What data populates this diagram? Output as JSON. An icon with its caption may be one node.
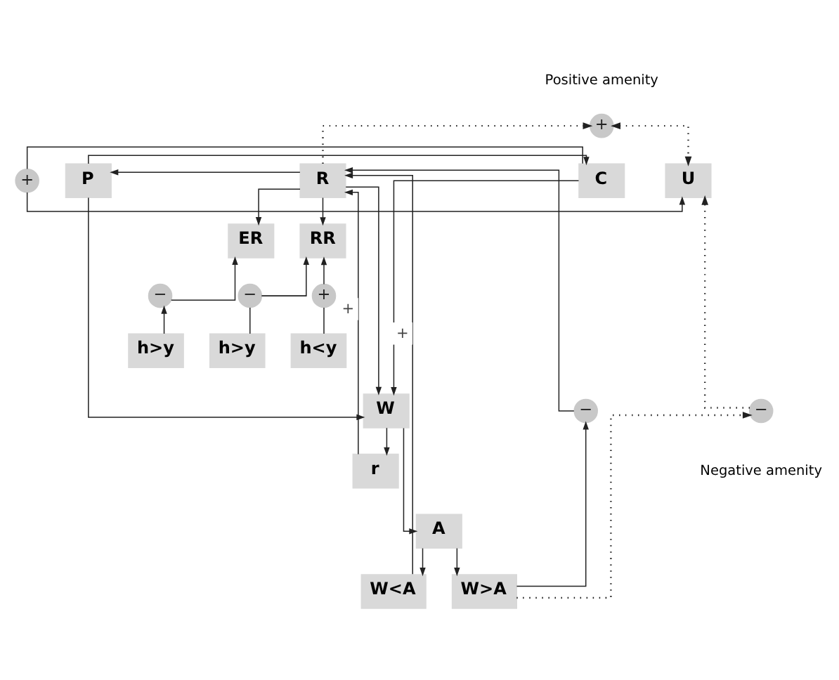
{
  "diagram": {
    "nodes": [
      {
        "text": [
          "R"
        ]
      },
      {
        "text": [
          "P"
        ]
      },
      {
        "text": [
          "C"
        ]
      },
      {
        "text": [
          "U"
        ]
      },
      {
        "text": [
          "+"
        ],
        "beside": [
          "Positive amenity"
        ]
      },
      {
        "text": [
          "+"
        ]
      },
      {
        "text": [
          "ER"
        ]
      },
      {
        "text": [
          "RR"
        ]
      },
      {
        "text": [
          "−"
        ]
      },
      {
        "text": [
          "h>y"
        ]
      },
      {
        "text": [
          "−"
        ]
      },
      {
        "text": [
          "+"
        ]
      },
      {
        "text": [
          "h>y"
        ]
      },
      {
        "text": [
          "h<y"
        ]
      },
      {
        "text": [
          "W"
        ]
      },
      {
        "text": [
          "r"
        ]
      },
      {
        "text": [
          "A"
        ]
      },
      {
        "text": [
          "W<A"
        ]
      },
      {
        "text": [
          "W>A"
        ]
      },
      {
        "text": [
          "−"
        ]
      },
      {
        "text": [
          "−"
        ],
        "beside": [
          "Negative amenity"
        ]
      }
    ],
    "edges": [
      {
        "from": 0,
        "to": 4,
        "arrow": "to",
        "style": "dashed"
      },
      {
        "from": 4,
        "to": 3,
        "arrow": "both",
        "style": "dashed"
      },
      {
        "from": 0,
        "to": 1,
        "arrow": "to"
      },
      {
        "from": 1,
        "to": 2,
        "arrow": "to"
      },
      {
        "from": 2,
        "to": 5,
        "arrow": "none"
      },
      {
        "from": 5,
        "to": 3,
        "arrow": "to"
      },
      {
        "from": 0,
        "to": 6,
        "arrow": "to"
      },
      {
        "from": 0,
        "to": 7,
        "arrow": "to"
      },
      {
        "from": 9,
        "to": 8,
        "arrow": "to"
      },
      {
        "from": 8,
        "to": 6,
        "arrow": "to"
      },
      {
        "from": 12,
        "to": 10,
        "arrow": "none"
      },
      {
        "from": 10,
        "to": 7,
        "arrow": "to"
      },
      {
        "from": 13,
        "to": 11,
        "arrow": "none"
      },
      {
        "from": 11,
        "to": 7,
        "arrow": "to"
      },
      {
        "from": 0,
        "to": 14,
        "arrow": "to"
      },
      {
        "from": 1,
        "to": 14,
        "arrow": "to"
      },
      {
        "from": 2,
        "to": 14,
        "arrow": "to"
      },
      {
        "from": 14,
        "to": 15,
        "arrow": "to"
      },
      {
        "from": 14,
        "to": 16,
        "arrow": "to"
      },
      {
        "from": 16,
        "to": 17,
        "arrow": "to"
      },
      {
        "from": 16,
        "to": 18,
        "arrow": "to"
      },
      {
        "from": 15,
        "to": 0,
        "arrow": "to",
        "label": "+"
      },
      {
        "from": 17,
        "to": 0,
        "arrow": "to",
        "label": "+"
      },
      {
        "from": 18,
        "to": 19,
        "arrow": "to"
      },
      {
        "from": 19,
        "to": 0,
        "arrow": "to"
      },
      {
        "from": 18,
        "to": 20,
        "arrow": "to",
        "style": "dashed"
      },
      {
        "from": 20,
        "to": 3,
        "arrow": "to",
        "style": "dashed"
      }
    ]
  }
}
